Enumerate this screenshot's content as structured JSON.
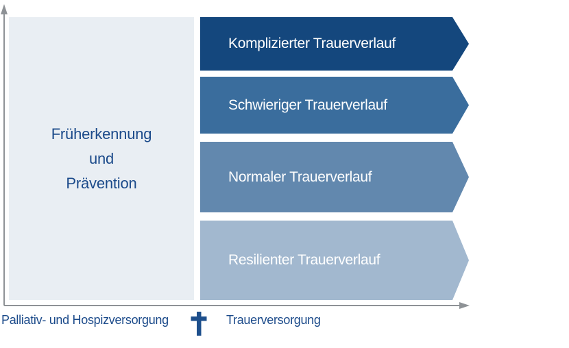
{
  "diagram": {
    "prevention_box": {
      "text": "Früherkennung\nund\nPrävention"
    },
    "arrows": [
      {
        "label": "Komplizierter Trauerverlauf",
        "color": "#14477D"
      },
      {
        "label": "Schwieriger Trauerverlauf",
        "color": "#3A6D9D"
      },
      {
        "label": "Normaler Trauerverlauf",
        "color": "#6288AE"
      },
      {
        "label": "Resilienter Trauerverlauf",
        "color": "#A2B8CF"
      }
    ],
    "x_axis": {
      "left_label": "Palliativ- und Hospizversorgung",
      "right_label": "Trauerversorgung",
      "divider_icon": "cross-icon"
    },
    "colors": {
      "box_background": "#E9EEF3",
      "heading_text": "#1B4A8A",
      "label_text": "#1B4A8A",
      "cross": "#1D4F8C",
      "axis": "#8E9296"
    }
  }
}
